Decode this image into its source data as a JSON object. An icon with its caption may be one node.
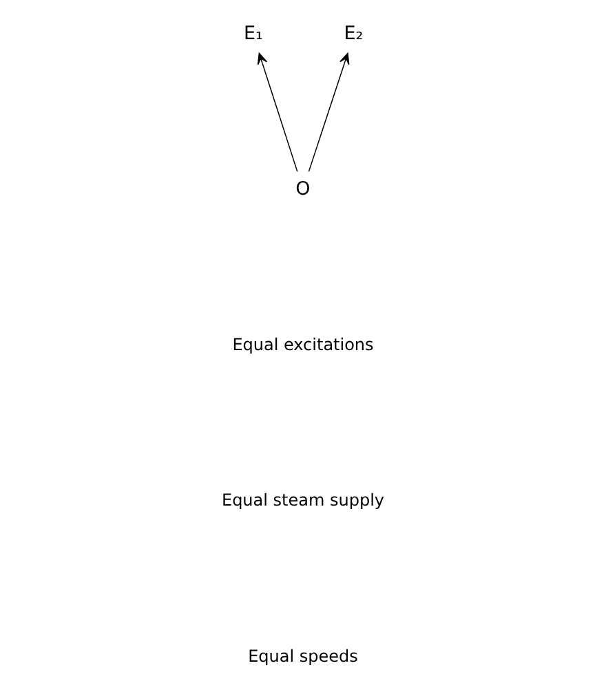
{
  "diagram": {
    "nodes": [
      {
        "text": [
          "E₁"
        ]
      },
      {
        "text": [
          "E₂"
        ]
      },
      {
        "text": [
          "O"
        ]
      }
    ],
    "edges": [
      {
        "from": 2,
        "to": 0,
        "arrow": "to"
      },
      {
        "from": 2,
        "to": 1,
        "arrow": "to"
      }
    ],
    "labels": [
      "Equal excitations",
      "Equal steam supply",
      "Equal speeds"
    ]
  }
}
